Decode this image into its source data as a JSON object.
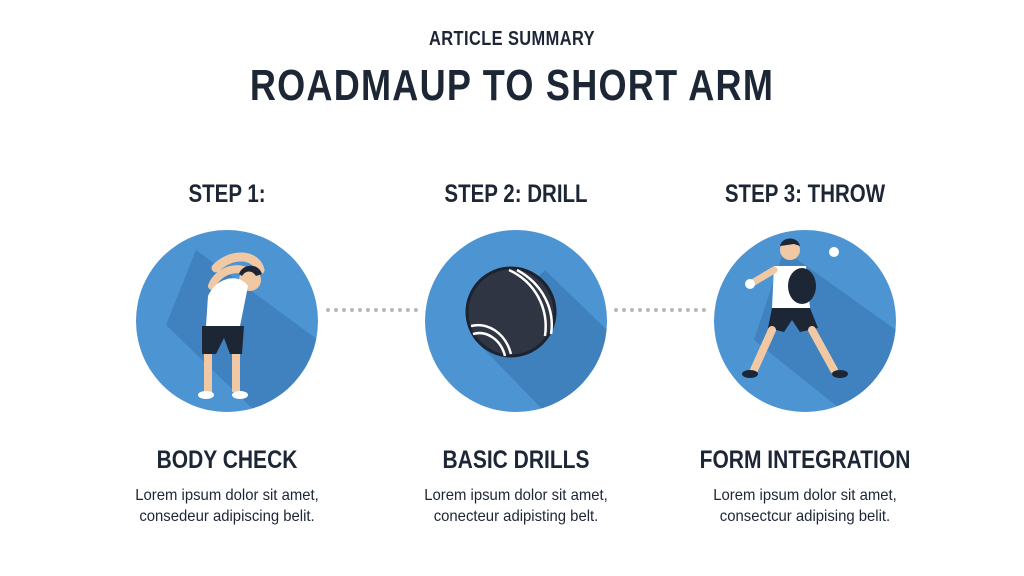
{
  "header": {
    "kicker": "ARTICLE SUMMARY",
    "title": "ROADMAUP TO SHORT ARM"
  },
  "colors": {
    "circle": "#4d94d2",
    "circle_shadow": "#3a7bb6",
    "text": "#1d2635",
    "connector": "#b4b9c0"
  },
  "steps": [
    {
      "label": "STEP 1:",
      "icon": "stretching-person-icon",
      "heading": "BODY CHECK",
      "desc_line1": "Lorem ipsum dolor sit amet,",
      "desc_line2": "consedeur adipiscing belit."
    },
    {
      "label": "STEP 2: DRILL",
      "icon": "ball-icon",
      "heading": "BASIC DRILLS",
      "desc_line1": "Lorem ipsum dolor sit amet,",
      "desc_line2": "conecteur adipisting belt."
    },
    {
      "label": "STEP 3: THROW",
      "icon": "throwing-player-icon",
      "heading": "FORM INTEGRATION",
      "desc_line1": "Lorem ipsum dolor sit amet,",
      "desc_line2": "consectcur adipising belit."
    }
  ]
}
